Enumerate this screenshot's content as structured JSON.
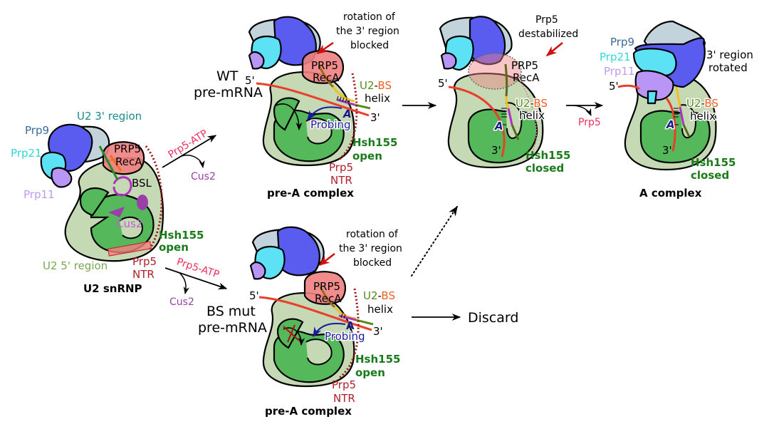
{
  "colors": {
    "body": "#c5d9b5",
    "hsh155": "#55b85a",
    "hsh155_label": "#1a7a1a",
    "prp9": "#5a5cf0",
    "prp9_label": "#3a6a9a",
    "prp21": "#5ce1f5",
    "prp21_label": "#2ed8d8",
    "prp11": "#b996f5",
    "prp11_label": "#c09af0",
    "sf3b_grey": "#c3d3dc",
    "prp5_recA": "#f08080",
    "prp5_label": "#b0202a",
    "prp5_atp": "#f0305a",
    "cus2": "#9b3fa8",
    "cus2_label": "#a040b0",
    "pre_mrna": "#e8402a",
    "u2_3prime_label": "#1a8c8c",
    "u2_5prime_label": "#7aa850",
    "u2_green": "#5a8a1a",
    "bs_orange": "#f06020",
    "probing": "#1a1aa0",
    "branch_a": "#1a1a8a",
    "arrow": "#000000",
    "red_arrow": "#d01010"
  },
  "u2_snrnp": {
    "title": "U2 snRNP",
    "labels": {
      "u2_3prime": "U2 3' region",
      "prp9": "Prp9",
      "prp21": "Prp21",
      "prp11": "Prp11",
      "prp5_recA": [
        "PRP5",
        "RecA"
      ],
      "bsl": "BSL",
      "cus2": "Cus2",
      "hsh155": [
        "Hsh155",
        "open"
      ],
      "u2_5prime": "U2 5' region",
      "prp5_ntr": [
        "Prp5",
        "NTR"
      ]
    }
  },
  "transitions": {
    "to_wt": {
      "reagent": "Prp5-ATP",
      "released": "Cus2"
    },
    "to_mut": {
      "reagent": "Prp5-ATP",
      "released": "Cus2"
    },
    "to_a_complex": {
      "released": "Prp5"
    },
    "discard": "Discard"
  },
  "wt_pre_a": {
    "title": "pre-A complex",
    "substrate": [
      "WT",
      "pre-mRNA"
    ],
    "five_prime": "5'",
    "three_prime": "3'",
    "annotation": [
      "rotation of",
      "the 3' region",
      "blocked"
    ],
    "prp5_recA": [
      "PRP5",
      "RecA"
    ],
    "helix_label": {
      "u2": "U2",
      "dash": "-",
      "bs": "BS",
      "helix": "helix"
    },
    "branch_a": "A",
    "probing": "Probing",
    "hsh155": [
      "Hsh155",
      "open"
    ],
    "prp5_ntr": [
      "Prp5",
      "NTR"
    ]
  },
  "mut_pre_a": {
    "title": "pre-A complex",
    "substrate": [
      "BS mut",
      "pre-mRNA"
    ],
    "five_prime": "5'",
    "three_prime": "3'",
    "annotation": [
      "rotation of",
      "the 3' region",
      "blocked"
    ],
    "prp5_recA": [
      "PRP5",
      "RecA"
    ],
    "helix_label": {
      "u2": "U2",
      "dash": "-",
      "bs": "BS",
      "helix": "helix"
    },
    "branch_a": "A",
    "probing": "Probing",
    "hsh155": [
      "Hsh155",
      "open"
    ],
    "prp5_ntr": [
      "Prp5",
      "NTR"
    ]
  },
  "intermediate": {
    "annotation": [
      "Prp5",
      "destabilized"
    ],
    "prp5_recA": [
      "PRP5",
      "RecA"
    ],
    "five_prime": "5'",
    "three_prime": "3'",
    "helix_label": {
      "u2": "U2",
      "dash": "-",
      "bs": "BS",
      "helix": "helix"
    },
    "branch_a": "A",
    "hsh155": [
      "Hsh155",
      "closed"
    ]
  },
  "a_complex": {
    "title": "A complex",
    "prp9": "Prp9",
    "prp21": "Prp21",
    "prp11": "Prp11",
    "five_prime": "5'",
    "three_prime": "3'",
    "annotation": [
      "3' region",
      "rotated"
    ],
    "helix_label": {
      "u2": "U2",
      "dash": "-",
      "bs": "BS",
      "helix": "helix"
    },
    "branch_a": "A",
    "hsh155": [
      "Hsh155",
      "closed"
    ]
  }
}
